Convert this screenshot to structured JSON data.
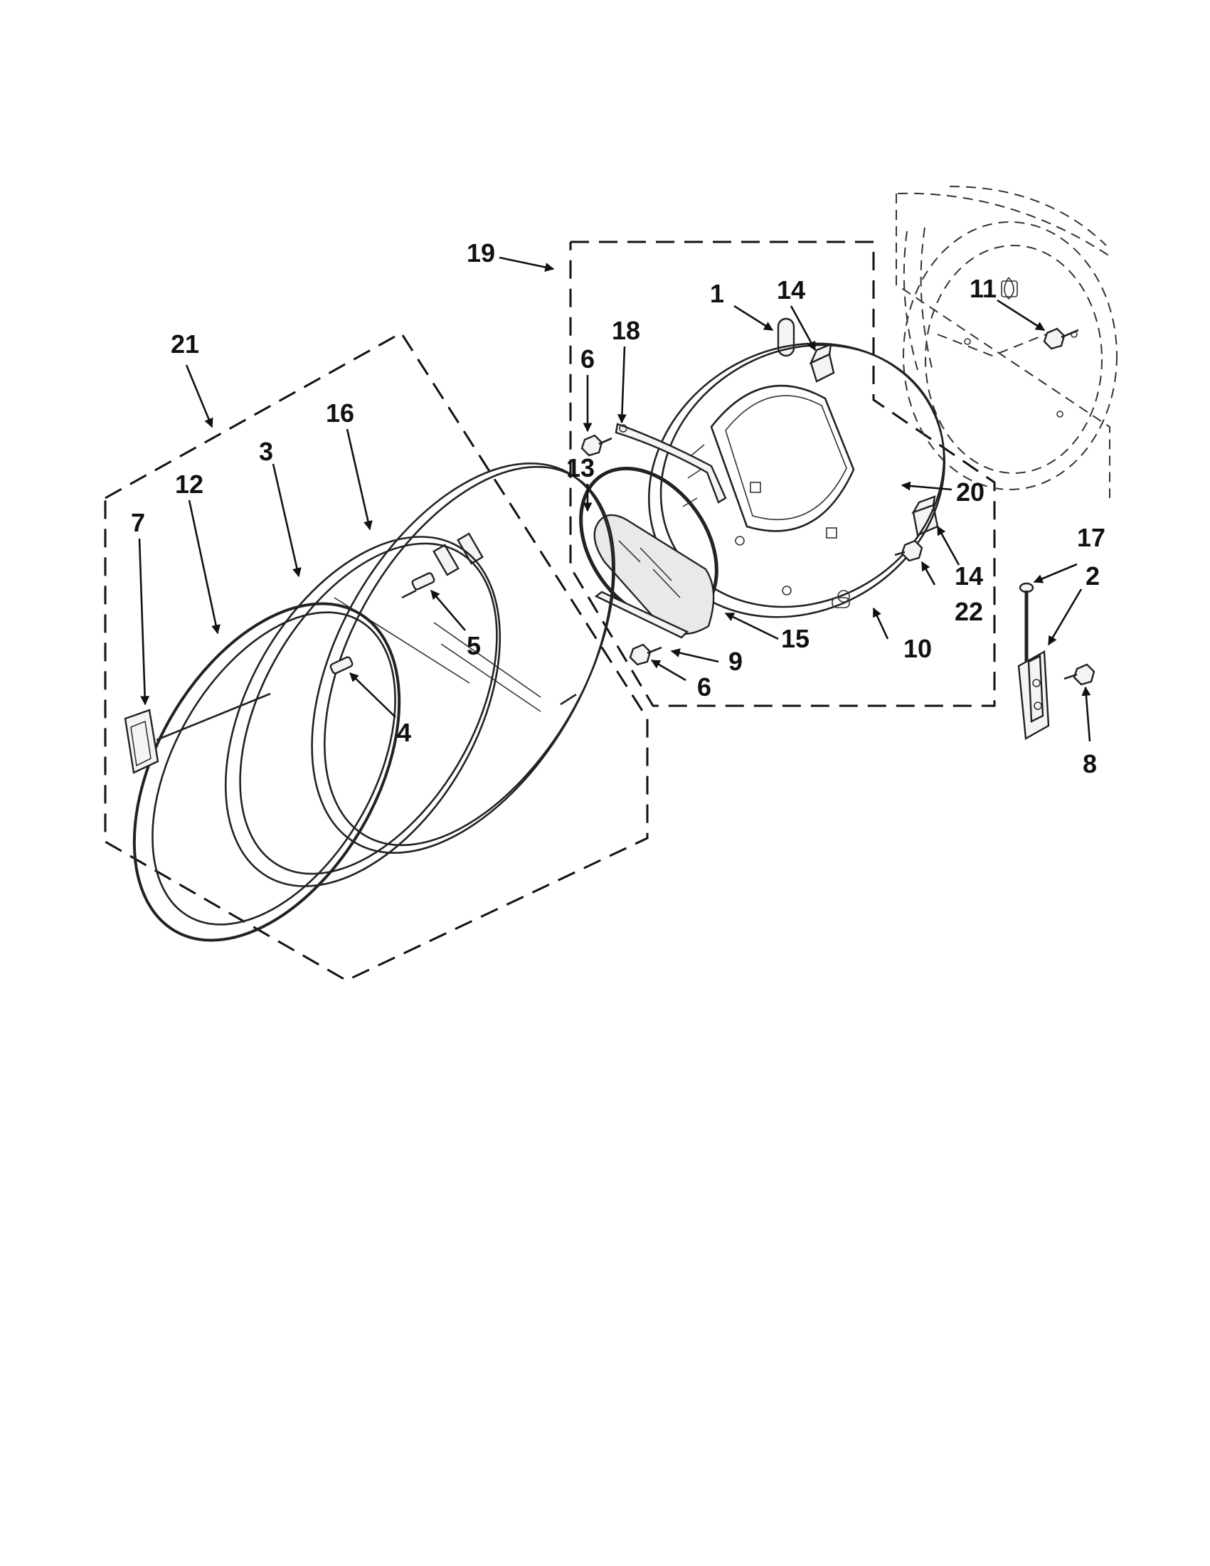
{
  "diagram": {
    "callouts": [
      {
        "id": "c1",
        "label": "1"
      },
      {
        "id": "c2",
        "label": "2"
      },
      {
        "id": "c3",
        "label": "3"
      },
      {
        "id": "c4",
        "label": "4"
      },
      {
        "id": "c5",
        "label": "5"
      },
      {
        "id": "c6a",
        "label": "6"
      },
      {
        "id": "c6b",
        "label": "6"
      },
      {
        "id": "c7",
        "label": "7"
      },
      {
        "id": "c8",
        "label": "8"
      },
      {
        "id": "c9",
        "label": "9"
      },
      {
        "id": "c10",
        "label": "10"
      },
      {
        "id": "c11",
        "label": "11"
      },
      {
        "id": "c12",
        "label": "12"
      },
      {
        "id": "c13",
        "label": "13"
      },
      {
        "id": "c14a",
        "label": "14"
      },
      {
        "id": "c14b",
        "label": "14"
      },
      {
        "id": "c15",
        "label": "15"
      },
      {
        "id": "c16",
        "label": "16"
      },
      {
        "id": "c17",
        "label": "17"
      },
      {
        "id": "c18",
        "label": "18"
      },
      {
        "id": "c19",
        "label": "19"
      },
      {
        "id": "c20",
        "label": "20"
      },
      {
        "id": "c21",
        "label": "21"
      },
      {
        "id": "c22",
        "label": "22"
      }
    ]
  }
}
